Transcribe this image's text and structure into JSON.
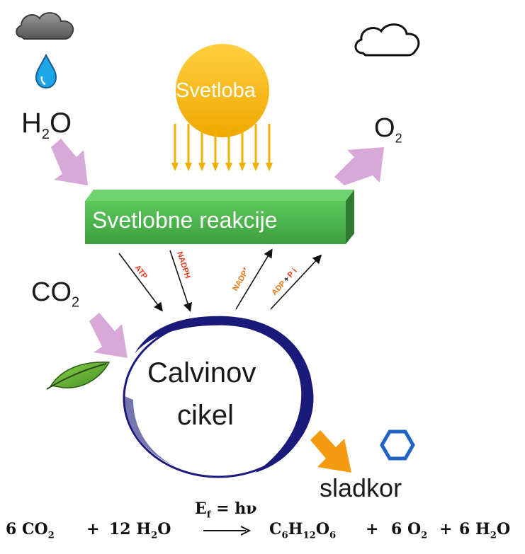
{
  "diagram": {
    "sun_label": "Svetloba",
    "light_box_label": "Svetlobne reakcije",
    "cycle_label_line1": "Calvinov",
    "cycle_label_line2": "cikel",
    "inputs": {
      "water": {
        "main": "H",
        "sub": "2",
        "tail": "O"
      },
      "carbon_dioxide": {
        "main": "CO",
        "sub": "2"
      }
    },
    "outputs": {
      "oxygen": {
        "main": "O",
        "sub": "2"
      },
      "sugar": "sladkor"
    },
    "arrow_labels": {
      "atp": "ATP",
      "nadph": "NADPH",
      "nadp": "NADP",
      "nadp_sup": "+",
      "adp": "ADP",
      "adp_plus": "+",
      "pi": "P i"
    },
    "colors": {
      "sun": "#f5b800",
      "green_box": "#3f9a3f",
      "input_arrow": "#d9aad9",
      "output_arrow": "#f59b12",
      "arrow_text": "#ee3b1f",
      "cycle_ring": "#1a1a80"
    },
    "icons": [
      "rain-cloud-icon",
      "water-drop-icon",
      "cloud-outline-icon",
      "leaf-icon",
      "hexagon-icon"
    ]
  },
  "equation": {
    "left_1": "6 CO",
    "left_1_sub": "2",
    "plus_1": "+",
    "left_2": "12 H",
    "left_2_sub": "2",
    "left_2_tail": "O",
    "energy_main": "E",
    "energy_sub": "f",
    "energy_tail": " = hν",
    "right_1a": "C",
    "right_1a_sub": "6",
    "right_1b": "H",
    "right_1b_sub": "12",
    "right_1c": "O",
    "right_1c_sub": "6",
    "plus_2": "+",
    "right_2": "6 O",
    "right_2_sub": "2",
    "plus_3": "+",
    "right_3": "6 H",
    "right_3_sub": "2",
    "right_3_tail": "O"
  }
}
